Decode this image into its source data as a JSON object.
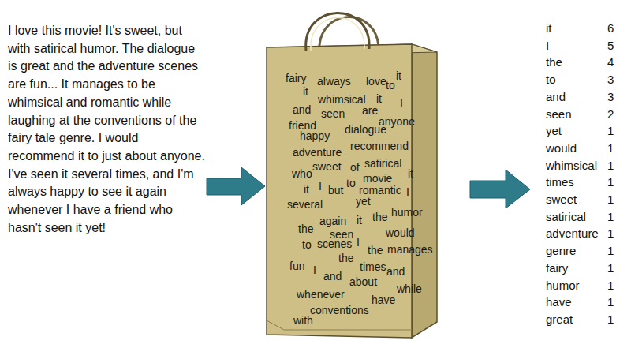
{
  "diagram": {
    "nodes": [
      {
        "text": [
          "fairy",
          "always",
          "love",
          "to",
          "it",
          "it",
          "whimsical",
          "it",
          "I",
          "and",
          "seen",
          "are",
          "anyone",
          "friend",
          "happy",
          "dialogue",
          "adventure",
          "recommend",
          "sweet",
          "of",
          "satirical",
          "who",
          "to",
          "movie",
          "it",
          "it",
          "I",
          "but",
          "romantic",
          "I",
          "several",
          "yet",
          "again",
          "it",
          "the",
          "humor",
          "the",
          "seen",
          "would",
          "to",
          "scenes",
          "I",
          "the",
          "manages",
          "the",
          "times",
          "and",
          "fun",
          "I",
          "and",
          "about",
          "while",
          "whenever",
          "have",
          "conventions",
          "with"
        ]
      }
    ],
    "labels": [
      "I love this movie! It's sweet, but with satirical humor. The dialogue is great and the adventure scenes are fun... It manages to be whimsical and romantic while laughing at the conventions of the fairy tale genre. I would recommend it to just about anyone. I've seen it several times, and I'm always happy to see it again whenever I have a friend who hasn't seen it yet!",
      "it",
      "6",
      "I",
      "5",
      "the",
      "4",
      "to",
      "3",
      "and",
      "3",
      "seen",
      "2",
      "yet",
      "1",
      "would",
      "1",
      "whimsical",
      "1",
      "times",
      "1",
      "sweet",
      "1",
      "satirical",
      "1",
      "adventure",
      "1",
      "genre",
      "1",
      "fairy",
      "1",
      "humor",
      "1",
      "have",
      "1",
      "great",
      "1"
    ]
  }
}
